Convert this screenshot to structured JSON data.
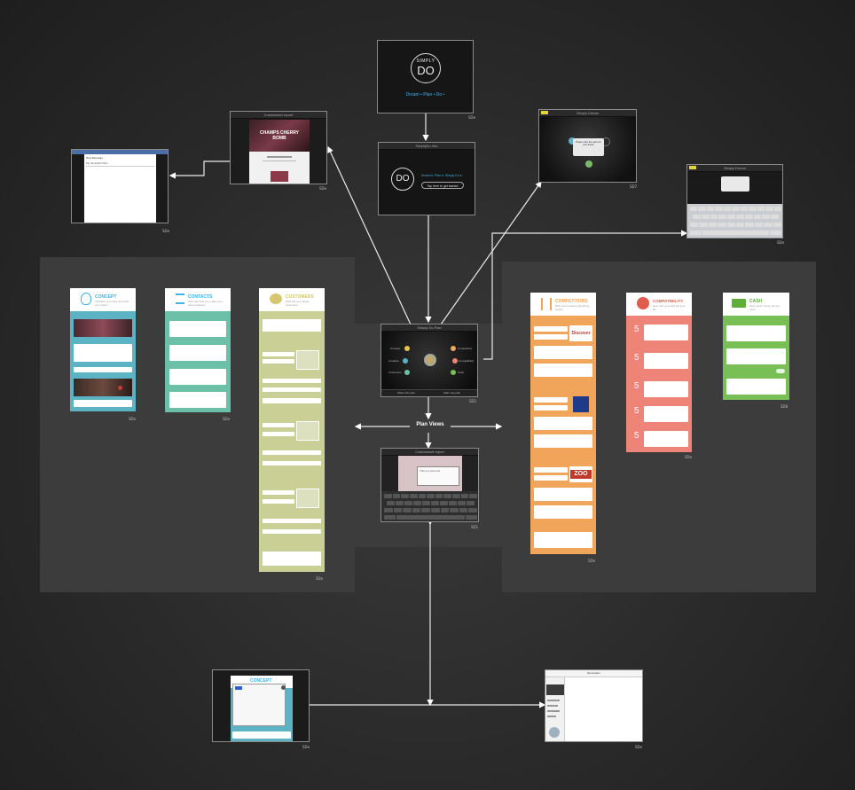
{
  "splash": {
    "logo_top": "SIMPLY",
    "logo_main": "DO",
    "tagline": "Dream • Plan • Do •",
    "caption": "SDe"
  },
  "welcome": {
    "title": "SimplyDo Info",
    "tagline": "Dream it. Plan it. Simply Do it.",
    "button": "Tap here to get started",
    "caption": "SDe"
  },
  "customized_report": {
    "title": "Customized report",
    "card_title": "CHAMPS CHERRY BOMB",
    "caption": "SDe"
  },
  "email_screen": {
    "title": "New Message",
    "subject": "My SimplyDo Plan",
    "caption": "SDe"
  },
  "dream_screen": {
    "title": "Simply Dream",
    "dialog": "Please enter the name for your dream",
    "caption": "SD7"
  },
  "keyboard_screen": {
    "title": "Simply Dream",
    "caption": "SDe"
  },
  "plan_hub": {
    "title": "Simply Do Plan",
    "nodes": [
      "Concept",
      "Contacts",
      "Customers",
      "Competitors",
      "Compatibility",
      "Cash"
    ],
    "left_button": "Share this plan",
    "right_button": "Start new plan",
    "caption": "SD1"
  },
  "plan_views_label": "Plan Views",
  "edit_report": {
    "title": "Customized report",
    "bubble": "This is a new text",
    "caption": "SD1"
  },
  "concept": {
    "title": "CONCEPT",
    "subtitle": "Visualize your idea and write your vision",
    "caption": "SDe"
  },
  "contacts": {
    "title": "CONTACTS",
    "subtitle": "Who can help you make your dream happen",
    "caption": "SDe"
  },
  "customers": {
    "title": "CUSTOMERS",
    "subtitle": "Who are your target customers",
    "caption": "SDe"
  },
  "competitors": {
    "title": "COMPETITORS",
    "subtitle": "Who else is doing something similar",
    "brands": [
      "Discover",
      "",
      "ZOO"
    ],
    "caption": "SDe"
  },
  "compatibility": {
    "title": "COMPATIBILITY",
    "subtitle": "How well your idea fits your life",
    "score": "5",
    "caption": "SDe"
  },
  "cash": {
    "title": "CASH",
    "subtitle": "How much money do you need",
    "caption": "SD8"
  },
  "popup_screen": {
    "title": "CONCEPT",
    "caption": "SDe"
  },
  "share_screen": {
    "title": "Reminders",
    "caption": "SDe"
  },
  "colors": {
    "concept": "#5bb3c4",
    "contacts": "#6cc0a8",
    "customers": "#c9cf95",
    "competitors": "#f0a55a",
    "compatibility": "#ee8377",
    "cash": "#78bf55",
    "accent_blue": "#3fb2e6"
  }
}
